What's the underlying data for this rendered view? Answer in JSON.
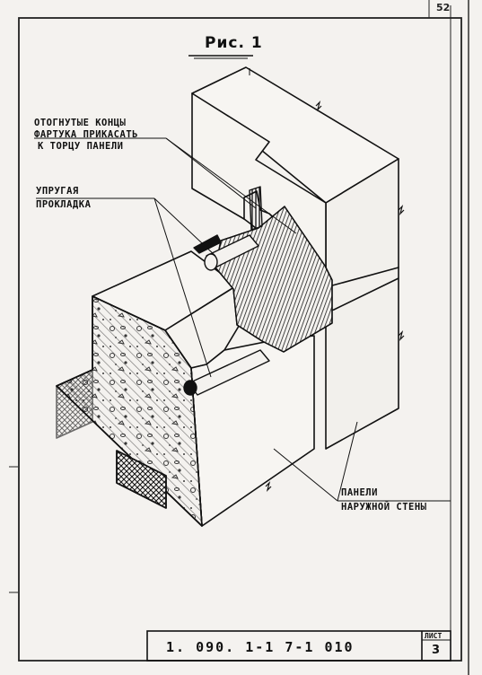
{
  "page_number": "52",
  "figure_title": "Рис. 1",
  "callouts": {
    "apron_line1": "ОТОГНУТЫЕ КОНЦЫ",
    "apron_line2": "ФАРТУКА ПРИКАСАТЬ",
    "apron_line3": "К ТОРЦУ ПАНЕЛИ",
    "gasket_line1": "УПРУГАЯ",
    "gasket_line2": "ПРОКЛАДКА",
    "panel_line1": "ПАНЕЛИ",
    "panel_line2": "НАРУЖНОЙ СТЕНЫ"
  },
  "title_block": {
    "code": "1. 090. 1-1  7-1  010",
    "sheet_label": "ЛИСТ",
    "sheet_number": "3"
  }
}
